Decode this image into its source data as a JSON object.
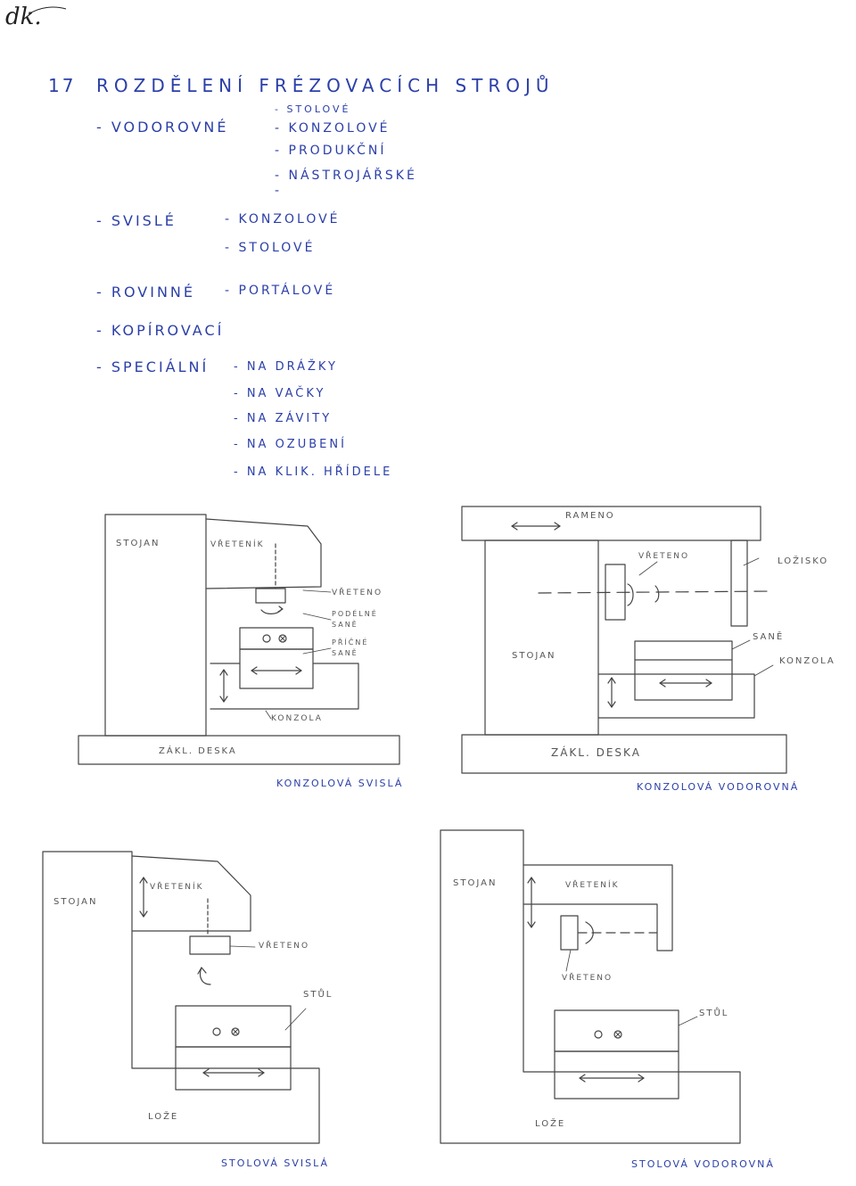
{
  "header": {
    "logo_text": "dk."
  },
  "heading": {
    "number": "17",
    "title": "ROZDĚLENÍ FRÉZOVACÍCH STROJŮ"
  },
  "classification": [
    {
      "label": "- VODOROVNÉ",
      "subtypes": [
        "- STOLOVÉ",
        "- KONZOLOVÉ",
        "- PRODUKČNÍ",
        "- NÁSTROJÁŘSKÉ",
        "-"
      ]
    },
    {
      "label": "- SVISLÉ",
      "subtypes": [
        "- KONZOLOVÉ",
        "- STOLOVÉ"
      ]
    },
    {
      "label": "- ROVINNÉ",
      "subtypes": [
        "- PORTÁLOVÉ"
      ]
    },
    {
      "label": "- KOPÍROVACÍ",
      "subtypes": []
    },
    {
      "label": "- SPECIÁLNÍ",
      "subtypes": [
        "- NA DRÁŽKY",
        "- NA VAČKY",
        "- NA ZÁVITY",
        "- NA OZUBENÍ",
        "- NA KLIK. HŘÍDELE"
      ]
    }
  ],
  "sketches": {
    "konzolova_svisla": {
      "caption": "KONZOLOVÁ SVISLÁ",
      "labels": {
        "stojan": "STOJAN",
        "vreteník": "VŘETENÍK",
        "vreteno": "VŘETENO",
        "podelne_sane": "PODÉLNÉ SANĚ",
        "pricne_sane": "PŘÍČNÉ SANĚ",
        "konzola": "KONZOLA",
        "zakl_deska": "ZÁKL. DESKA"
      }
    },
    "konzolova_vodorovna": {
      "caption": "KONZOLOVÁ VODOROVNÁ",
      "labels": {
        "rameno": "RAMENO",
        "vreteno": "VŘETENO",
        "lozisko": "LOŽISKO",
        "stojan": "STOJAN",
        "sane": "SANĚ",
        "konzola": "KONZOLA",
        "zakl_deska": "ZÁKL. DESKA"
      }
    },
    "stolova_svisla": {
      "caption": "STOLOVÁ SVISLÁ",
      "labels": {
        "stojan": "STOJAN",
        "vreteník": "VŘETENÍK",
        "vreteno": "VŘETENO",
        "stul": "STŮL",
        "loze": "LOŽE"
      }
    },
    "stolova_vodorovna": {
      "caption": "STOLOVÁ VODOROVNÁ",
      "labels": {
        "stojan": "STOJAN",
        "vreteník": "VŘETENÍK",
        "vreteno": "VŘETENO",
        "stul": "STŮL",
        "loze": "LOŽE"
      }
    }
  },
  "colors": {
    "ink": "#2b3fa8",
    "pencil": "#555555"
  }
}
